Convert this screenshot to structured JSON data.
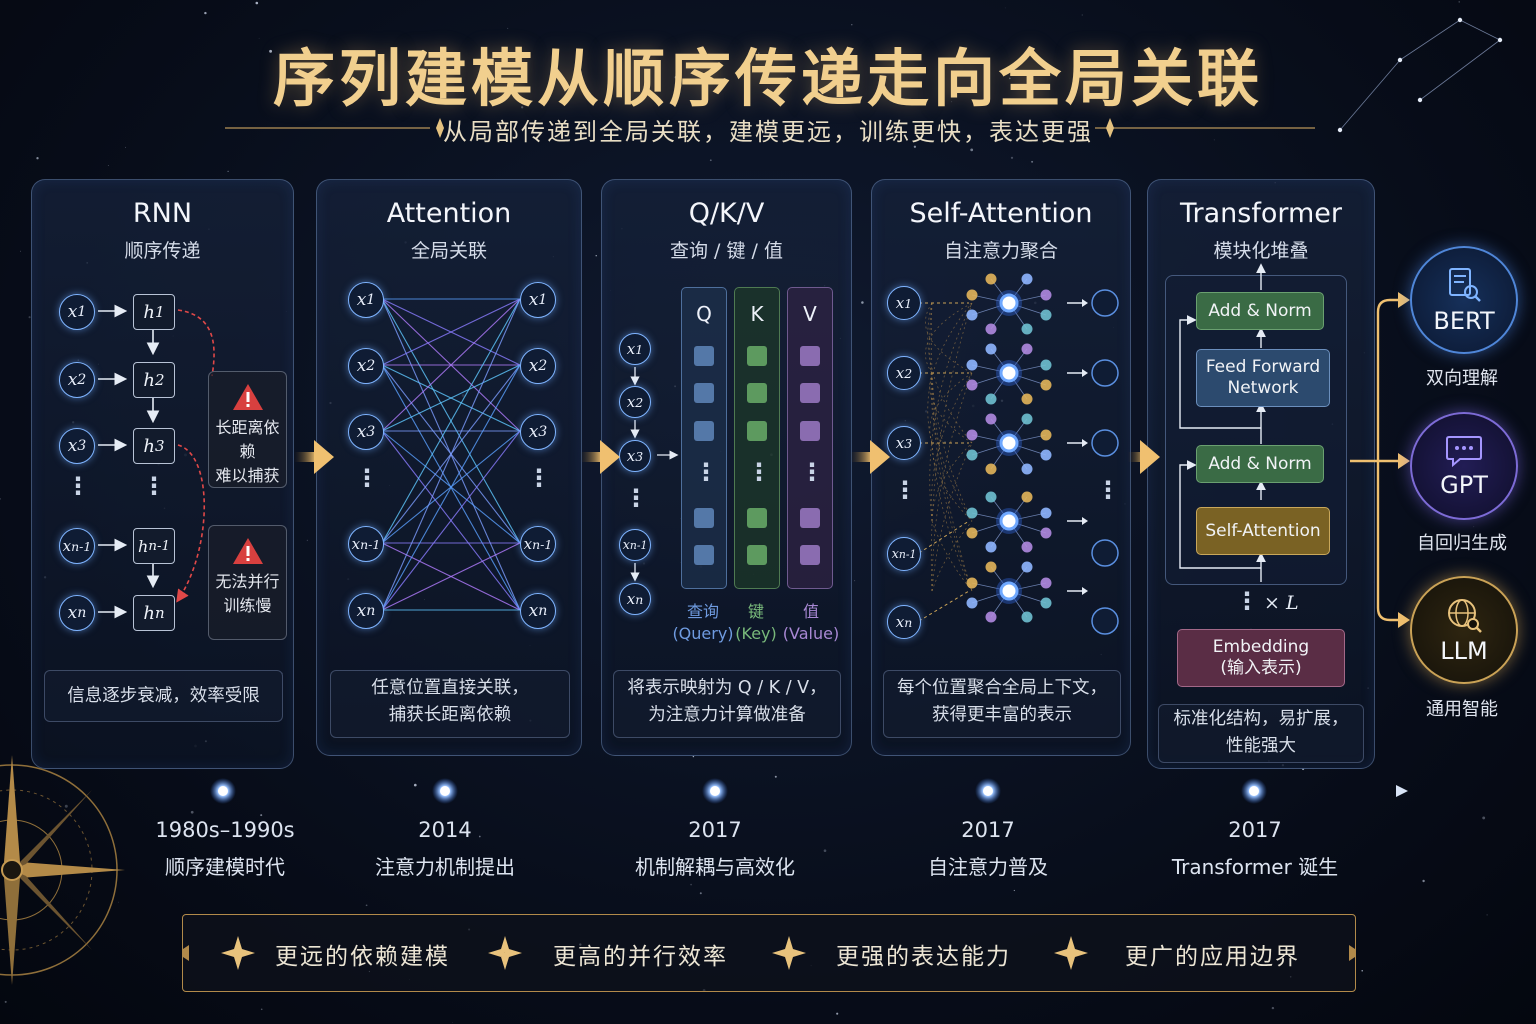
{
  "title": "序列建模从顺序传递走向全局关联",
  "subtitle": "从局部传递到全局关联，建模更远，训练更快，表达更强",
  "colors": {
    "gold": "#f1cf8e",
    "blue_glow": "#7fb4ff",
    "background": "#070c18"
  },
  "panels": {
    "rnn": {
      "title": "RNN",
      "subtitle": "顺序传递",
      "inputs": [
        "x1",
        "x2",
        "x3",
        "xn-1",
        "xn"
      ],
      "hidden": [
        "h1",
        "h2",
        "h3",
        "hn-1",
        "hn"
      ],
      "warning1": "长距离依赖难以捕获",
      "warning1_lines": [
        "长距离依赖",
        "难以捕获"
      ],
      "warning2_lines": [
        "无法并行",
        "训练慢"
      ],
      "warning_icon": "warning-icon",
      "caption": "信息逐步衰减，效率受限"
    },
    "attention": {
      "title": "Attention",
      "subtitle": "全局关联",
      "caption_lines": [
        "任意位置直接关联，",
        "捕获长距离依赖"
      ]
    },
    "qkv": {
      "title": "Q/K/V",
      "subtitle": "查询 / 键 / 值",
      "columns": [
        "Q",
        "K",
        "V"
      ],
      "labels_cn": [
        "查询",
        "键",
        "值"
      ],
      "labels_en": [
        "(Query)",
        "(Key)",
        "(Value)"
      ],
      "caption_lines": [
        "将表示映射为 Q / K / V，",
        "为注意力计算做准备"
      ]
    },
    "self_attention": {
      "title": "Self-Attention",
      "subtitle": "自注意力聚合",
      "caption_lines": [
        "每个位置聚合全局上下文，",
        "获得更丰富的表示"
      ]
    },
    "transformer": {
      "title": "Transformer",
      "subtitle": "模块化堆叠",
      "blocks": {
        "add_norm_top": "Add & Norm",
        "ffn_line1": "Feed Forward",
        "ffn_line2": "Network",
        "add_norm_bottom": "Add & Norm",
        "self_attention": "Self-Attention",
        "repeat": "× L",
        "embedding_line1": "Embedding",
        "embedding_line2": "(输入表示)"
      },
      "caption_lines": [
        "标准化结构，易扩展，",
        "性能强大"
      ]
    }
  },
  "outputs": [
    {
      "name": "BERT",
      "desc": "双向理解",
      "icon": "document-search-icon"
    },
    {
      "name": "GPT",
      "desc": "自回归生成",
      "icon": "chat-bubble-icon"
    },
    {
      "name": "LLM",
      "desc": "通用智能",
      "icon": "globe-search-icon"
    }
  ],
  "timeline": [
    {
      "year": "1980s–1990s",
      "desc": "顺序建模时代"
    },
    {
      "year": "2014",
      "desc": "注意力机制提出"
    },
    {
      "year": "2017",
      "desc": "机制解耦与高效化"
    },
    {
      "year": "2017",
      "desc": "自注意力普及"
    },
    {
      "year": "2017",
      "desc": "Transformer 诞生"
    }
  ],
  "benefits": [
    "更远的依赖建模",
    "更高的并行效率",
    "更强的表达能力",
    "更广的应用边界"
  ]
}
